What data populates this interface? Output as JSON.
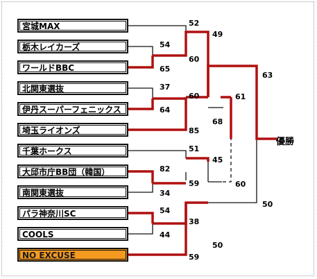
{
  "teams": [
    {
      "name": "宮城MAX",
      "highlight": false
    },
    {
      "name": "栃木レイカーズ",
      "highlight": false
    },
    {
      "name": "ワールドBBC",
      "highlight": false
    },
    {
      "name": "北関東選抜",
      "highlight": false
    },
    {
      "name": "伊丹スーパーフェニックス",
      "highlight": false
    },
    {
      "name": "埼玉ライオンズ",
      "highlight": false
    },
    {
      "name": "千葉ホークス",
      "highlight": false
    },
    {
      "name": "大邱市庁BB団（韓国）",
      "highlight": false
    },
    {
      "name": "南関東選抜",
      "highlight": false
    },
    {
      "name": "パラ神奈川SC",
      "highlight": false
    },
    {
      "name": "COOLS",
      "highlight": false
    },
    {
      "name": "NO EXCUSE",
      "highlight": true
    }
  ],
  "scores": {
    "r1_a_top": "54",
    "r1_a_bottom": "65",
    "r1_b_top": "37",
    "r1_b_bottom": "64",
    "r1_c_top": "82",
    "r1_c_bottom": "34",
    "r1_d_top": "54",
    "r1_d_bottom": "44",
    "qf_a_top": "52",
    "qf_a_mid": "49",
    "qf_a_bottom": "60",
    "qf_b_top": "60",
    "qf_b_bottom": "85",
    "qf_c_top": "51",
    "qf_c_bottom": "59",
    "qf_d_top": "38",
    "qf_d_bottom": "59",
    "sf_a_top": "68",
    "sf_a_aux": "61",
    "sf_b_top": "45",
    "sf_b_bottom": "50",
    "sf_b_aux": "60",
    "final_top": "63",
    "final_bottom": "50"
  },
  "final_label": "優勝",
  "colors": {
    "winner_line": "#b01010",
    "loser_line": "#111111",
    "highlight": "#f59a20"
  }
}
